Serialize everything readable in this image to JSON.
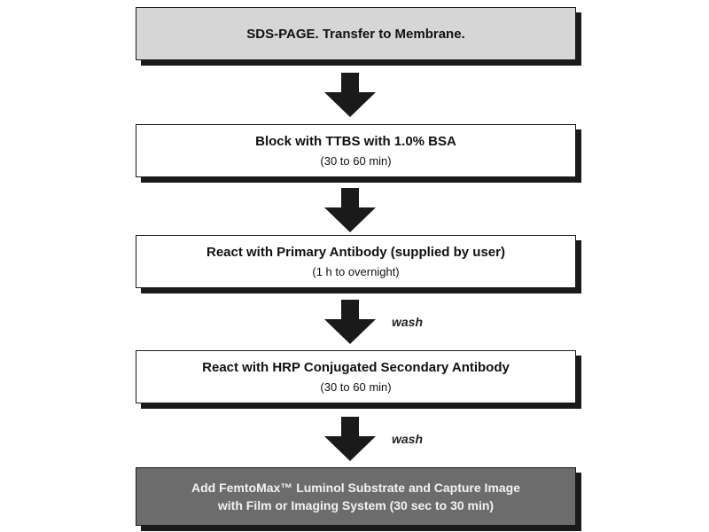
{
  "steps": [
    {
      "main": "SDS-PAGE.  Transfer to Membrane.",
      "sub": ""
    },
    {
      "main": "Block with TTBS with 1.0% BSA",
      "sub": "(30 to 60 min)"
    },
    {
      "main": "React with Primary Antibody (supplied by user)",
      "sub": "(1 h to overnight)"
    },
    {
      "main": "React with HRP Conjugated Secondary Antibody",
      "sub": "(30 to 60 min)"
    },
    {
      "main": "Add FemtoMax™ Luminol Substrate and Capture Image",
      "main2": "with Film or Imaging System (30 sec to 30 min)"
    }
  ],
  "wash_labels": [
    "wash",
    "wash"
  ],
  "colors": {
    "first_box": "#d6d6d6",
    "last_box": "#6c6c6c",
    "border": "#1a1a1a"
  }
}
